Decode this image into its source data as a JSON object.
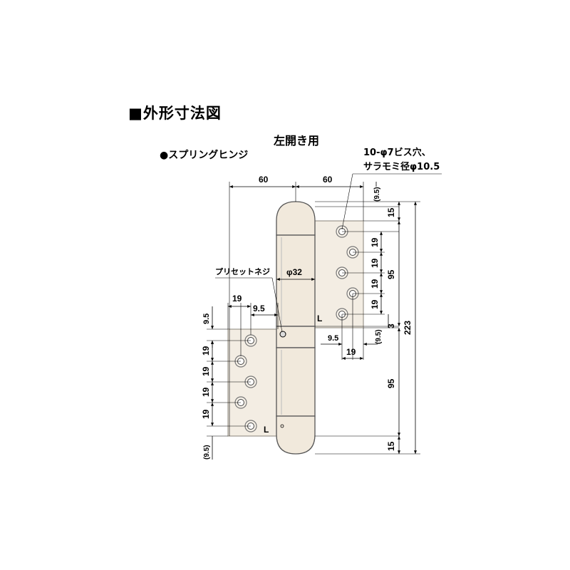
{
  "heading": "■外形寸法図",
  "subtitle": "左開き用",
  "product_label": "●スプリングヒンジ",
  "hole_note": {
    "line1": "10-φ7ビス穴、",
    "line2": "サラモミ径φ10.5"
  },
  "callouts": {
    "preset_screw": "プリセットネジ",
    "barrel_diameter": "φ32",
    "hand_mark_upper": "L",
    "hand_mark_lower": "L"
  },
  "dimensions": {
    "leaf_width_left": "60",
    "leaf_width_right": "60",
    "top_offset_paren": "(9.5)",
    "top_15": "15",
    "right_19_a": "19",
    "right_19_b": "19",
    "right_19_c": "19",
    "right_19_d": "19",
    "right_95_upper": "95",
    "right_3": "3",
    "right_95_paren": "(9.5)",
    "right_95_lower": "95",
    "overall_223": "223",
    "bottom_15": "15",
    "upper_95_horizontal": "9.5",
    "upper_19_horizontal": "19",
    "lower_19_horizontal": "19",
    "lower_95_horizontal": "9.5",
    "lower_left_95": "9.5",
    "left_19_a": "19",
    "left_19_b": "19",
    "left_19_c": "19",
    "left_19_d": "19",
    "left_bottom_paren": "(9.5)"
  },
  "colors": {
    "leaf_fill": "#f3ede3",
    "barrel_fill": "#f1e9dc",
    "line": "#000000"
  }
}
